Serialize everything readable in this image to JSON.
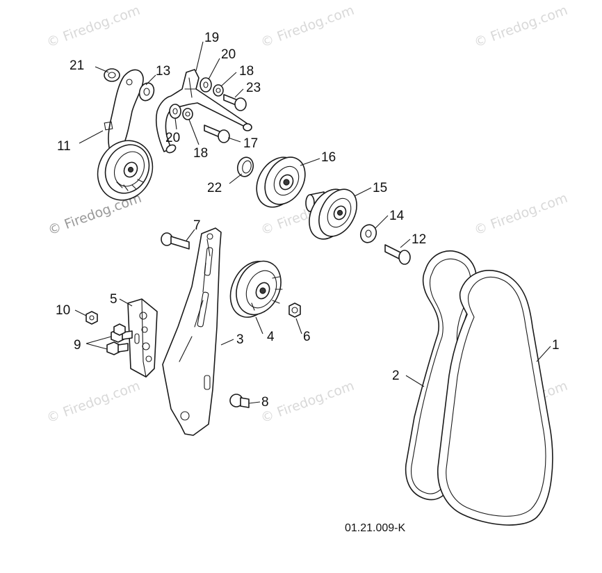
{
  "watermark": {
    "text": "© Firedog.com"
  },
  "drawing_code": "01.21.009-K",
  "callouts": {
    "c1": "1",
    "c2": "2",
    "c3": "3",
    "c4": "4",
    "c5": "5",
    "c6": "6",
    "c7": "7",
    "c8": "8",
    "c9": "9",
    "c10": "10",
    "c11": "11",
    "c12": "12",
    "c13": "13",
    "c14": "14",
    "c15": "15",
    "c16": "16",
    "c17": "17",
    "c18a": "18",
    "c18b": "18",
    "c19": "19",
    "c20a": "20",
    "c20b": "20",
    "c21": "21",
    "c22": "22",
    "c23": "23"
  },
  "colors": {
    "line": "#1a1a1a",
    "watermark": "#d9d9d9",
    "background": "#ffffff"
  }
}
